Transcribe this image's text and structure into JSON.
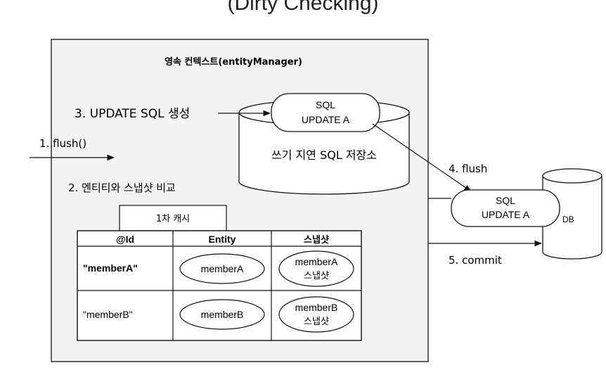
{
  "title": "(Dirty Checking)",
  "context_title": "영속 컨텍스트(entityManager)",
  "steps": {
    "flush_call": "1. flush()",
    "compare": "2. 엔티티와 스냅샷 비교",
    "create_sql": "3. UPDATE SQL 생성",
    "flush": "4. flush",
    "commit": "5. commit"
  },
  "write_store": {
    "label": "쓰기 지연 SQL 저장소",
    "sql_title": "SQL",
    "sql_body": "UPDATE A"
  },
  "database": {
    "label": "DB",
    "sql_title": "SQL",
    "sql_body": "UPDATE A"
  },
  "cache": {
    "label": "1차 캐시",
    "headers": [
      "@Id",
      "Entity",
      "스냅샷"
    ],
    "rows": [
      {
        "id": "\"memberA\"",
        "entity": "memberA",
        "snapshot_line1": "memberA",
        "snapshot_line2": "스냅샷"
      },
      {
        "id": "\"memberB\"",
        "entity": "memberB",
        "snapshot_line1": "memberB",
        "snapshot_line2": "스냅샷"
      }
    ]
  },
  "colors": {
    "context_fill": "#f3f3f3",
    "line": "#111111",
    "background": "#ffffff"
  }
}
